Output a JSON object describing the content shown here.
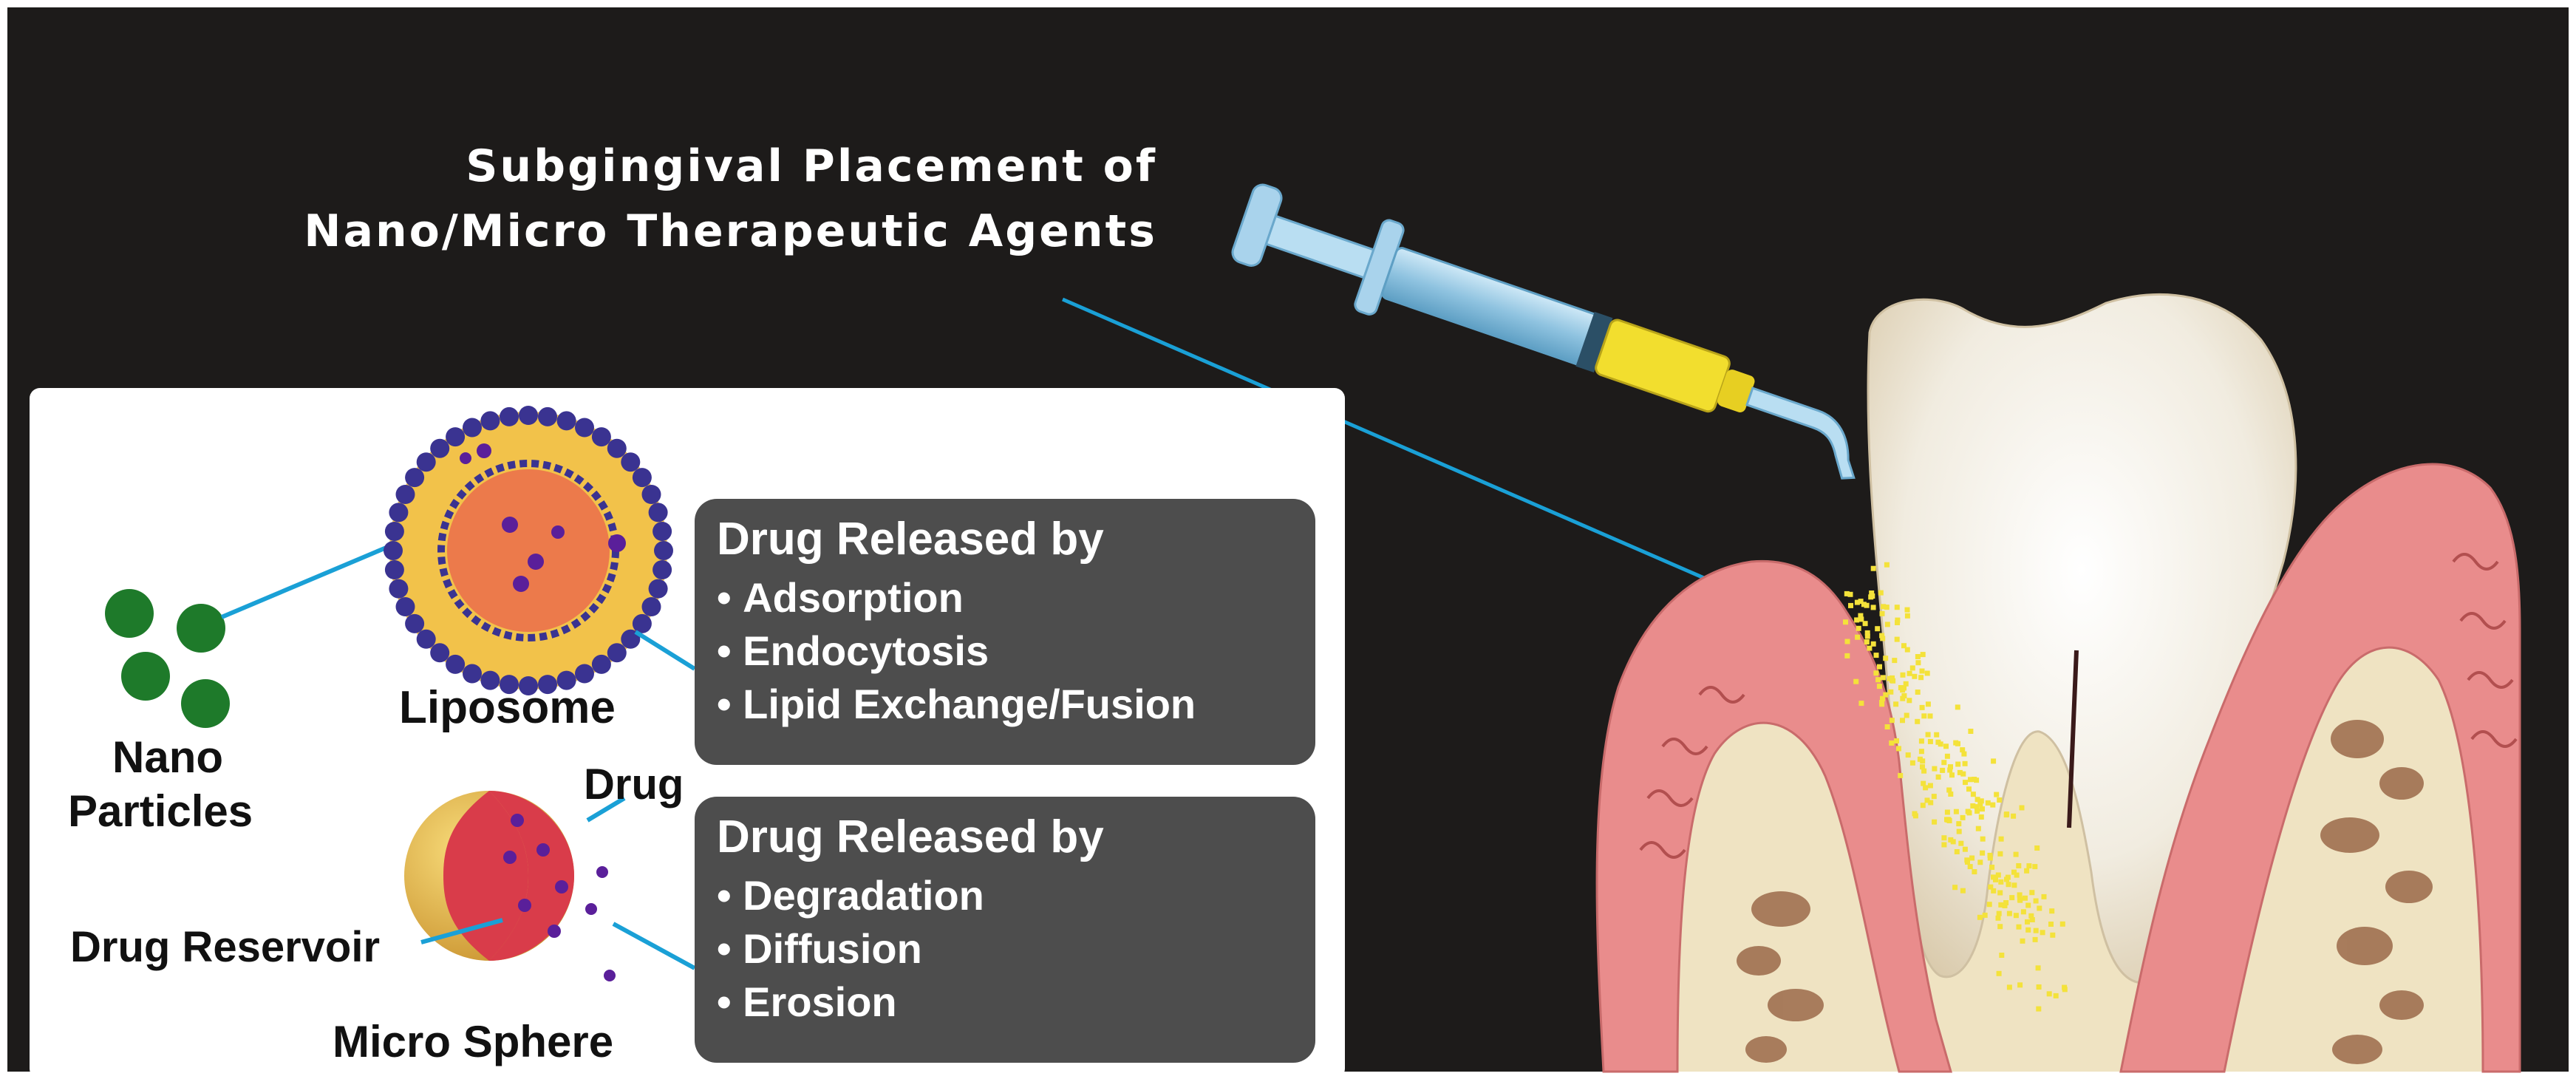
{
  "title": {
    "line1": "Subgingival Placement of",
    "line2": "Nano/Micro Therapeutic Agents"
  },
  "labels": {
    "nano_line1": "Nano",
    "nano_line2": "Particles",
    "liposome": "Liposome",
    "drug": "Drug",
    "drug_reservoir": "Drug Reservoir",
    "micro_sphere": "Micro Sphere"
  },
  "liposome_box": {
    "heading": "Drug Released by",
    "items": [
      "Adsorption",
      "Endocytosis",
      "Lipid Exchange/Fusion"
    ]
  },
  "microsphere_box": {
    "heading": "Drug Released by",
    "items": [
      "Degradation",
      "Diffusion",
      "Erosion"
    ]
  },
  "colors": {
    "background": "#1d1b1a",
    "panel": "#ffffff",
    "box": "#4d4d4d",
    "leader_line": "#1aa0d6",
    "nanoparticle": "#1e7a2a",
    "liposome_shell": "#3a3391",
    "liposome_layer": "#f2c24a",
    "liposome_core": "#ec7a4b",
    "microsphere_shell": "#e8b94a",
    "microsphere_core": "#d93c4a",
    "drug_dot": "#5a1f9a",
    "gum": "#e98c8c",
    "bone": "#efe3c2",
    "tooth": "#f3eee3",
    "drug_particles": "#f4e23a",
    "syringe_tip": "#f2de2e"
  }
}
